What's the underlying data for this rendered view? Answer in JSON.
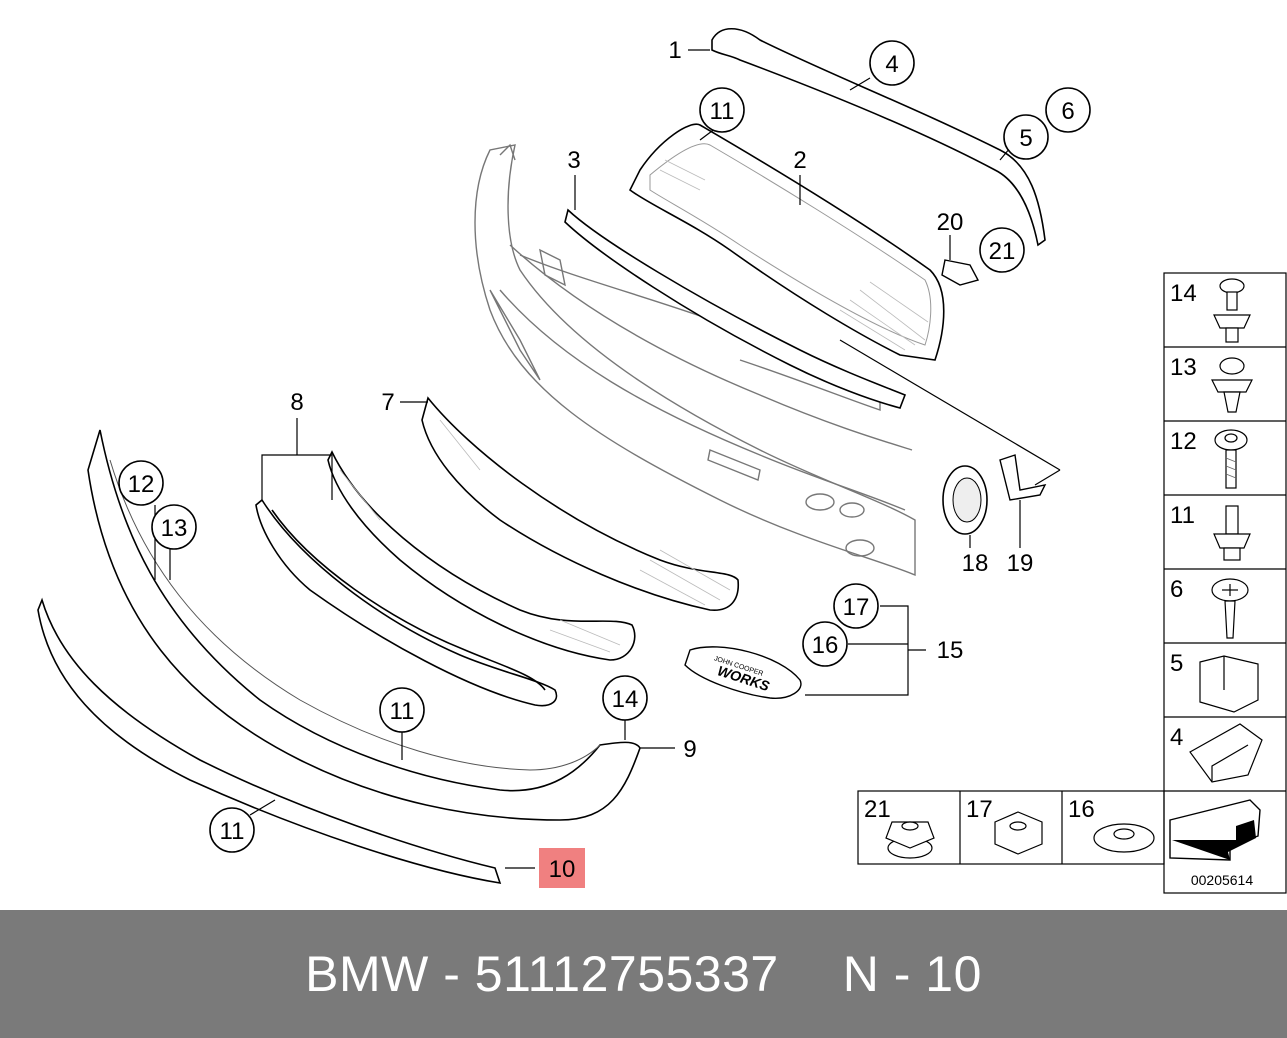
{
  "diagram": {
    "callouts": {
      "c1": "1",
      "c2": "2",
      "c3": "3",
      "c4": "4",
      "c5": "5",
      "c6": "6",
      "c7": "7",
      "c8": "8",
      "c9": "9",
      "c10": "10",
      "c11a": "11",
      "c11b": "11",
      "c11c": "11",
      "c12": "12",
      "c13": "13",
      "c14": "14",
      "c15": "15",
      "c16": "16",
      "c17": "17",
      "c18": "18",
      "c19": "19",
      "c20": "20",
      "c21": "21"
    },
    "highlight_color": "#f08080",
    "emblem_text": "WORKS",
    "emblem_subtext": "JOHN COOPER",
    "parts_table": {
      "right_column": [
        "14",
        "13",
        "12",
        "11",
        "6",
        "5",
        "4"
      ],
      "bottom_row": [
        "21",
        "17",
        "16"
      ]
    },
    "drawing_number": "00205614"
  },
  "footer": {
    "brand": "BMW",
    "separator": "-",
    "part_number": "51112755337",
    "position_label": "N - 10"
  }
}
